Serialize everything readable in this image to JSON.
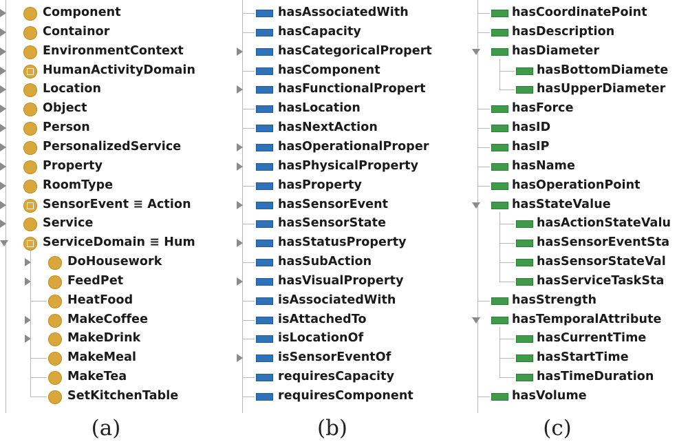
{
  "panels": {
    "a": {
      "caption": "(a)",
      "rows": [
        {
          "label": "Component",
          "level": 0,
          "expander": "closed",
          "icon": "class-icon"
        },
        {
          "label": "Containor",
          "level": 0,
          "expander": "closed",
          "icon": "class-icon"
        },
        {
          "label": "EnvironmentContext",
          "level": 0,
          "expander": "closed",
          "icon": "class-icon"
        },
        {
          "label": "HumanActivityDomain",
          "level": 0,
          "expander": "closed",
          "icon": "defined-class-icon"
        },
        {
          "label": "Location",
          "level": 0,
          "expander": "closed",
          "icon": "class-icon"
        },
        {
          "label": "Object",
          "level": 0,
          "expander": "closed",
          "icon": "class-icon"
        },
        {
          "label": "Person",
          "level": 0,
          "expander": "closed",
          "icon": "class-icon"
        },
        {
          "label": "PersonalizedService",
          "level": 0,
          "expander": "closed",
          "icon": "class-icon"
        },
        {
          "label": "Property",
          "level": 0,
          "expander": "closed",
          "icon": "class-icon"
        },
        {
          "label": "RoomType",
          "level": 0,
          "expander": "closed",
          "icon": "class-icon"
        },
        {
          "label": "SensorEvent ≡ Action",
          "level": 0,
          "expander": "closed",
          "icon": "defined-class-icon"
        },
        {
          "label": "Service",
          "level": 0,
          "expander": "closed",
          "icon": "class-icon"
        },
        {
          "label": "ServiceDomain ≡ Hum",
          "level": 0,
          "expander": "open",
          "icon": "defined-class-icon"
        },
        {
          "label": "DoHousework",
          "level": 1,
          "expander": "closed",
          "icon": "class-icon"
        },
        {
          "label": "FeedPet",
          "level": 1,
          "expander": "closed",
          "icon": "class-icon"
        },
        {
          "label": "HeatFood",
          "level": 1,
          "expander": "none",
          "icon": "class-icon"
        },
        {
          "label": "MakeCoffee",
          "level": 1,
          "expander": "closed",
          "icon": "class-icon"
        },
        {
          "label": "MakeDrink",
          "level": 1,
          "expander": "closed",
          "icon": "class-icon"
        },
        {
          "label": "MakeMeal",
          "level": 1,
          "expander": "none",
          "icon": "class-icon"
        },
        {
          "label": "MakeTea",
          "level": 1,
          "expander": "none",
          "icon": "class-icon"
        },
        {
          "label": "SetKitchenTable",
          "level": 1,
          "expander": "none",
          "icon": "class-icon"
        }
      ]
    },
    "b": {
      "caption": "(b)",
      "rows": [
        {
          "label": "hasAssociatedWith",
          "level": 0,
          "expander": "none",
          "icon": "object-property-icon"
        },
        {
          "label": "hasCapacity",
          "level": 0,
          "expander": "none",
          "icon": "object-property-icon"
        },
        {
          "label": "hasCategoricalPropert",
          "level": 0,
          "expander": "closed",
          "icon": "object-property-icon"
        },
        {
          "label": "hasComponent",
          "level": 0,
          "expander": "none",
          "icon": "object-property-icon"
        },
        {
          "label": "hasFunctionalPropert",
          "level": 0,
          "expander": "closed",
          "icon": "object-property-icon"
        },
        {
          "label": "hasLocation",
          "level": 0,
          "expander": "none",
          "icon": "object-property-icon"
        },
        {
          "label": "hasNextAction",
          "level": 0,
          "expander": "none",
          "icon": "object-property-icon"
        },
        {
          "label": "hasOperationalProper",
          "level": 0,
          "expander": "closed",
          "icon": "object-property-icon"
        },
        {
          "label": "hasPhysicalProperty",
          "level": 0,
          "expander": "closed",
          "icon": "object-property-icon"
        },
        {
          "label": "hasProperty",
          "level": 0,
          "expander": "none",
          "icon": "object-property-icon"
        },
        {
          "label": "hasSensorEvent",
          "level": 0,
          "expander": "closed",
          "icon": "object-property-icon"
        },
        {
          "label": "hasSensorState",
          "level": 0,
          "expander": "none",
          "icon": "object-property-icon"
        },
        {
          "label": "hasStatusProperty",
          "level": 0,
          "expander": "closed",
          "icon": "object-property-icon"
        },
        {
          "label": "hasSubAction",
          "level": 0,
          "expander": "none",
          "icon": "object-property-icon"
        },
        {
          "label": "hasVisualProperty",
          "level": 0,
          "expander": "closed",
          "icon": "object-property-icon"
        },
        {
          "label": "isAssociatedWith",
          "level": 0,
          "expander": "none",
          "icon": "object-property-icon"
        },
        {
          "label": "isAttachedTo",
          "level": 0,
          "expander": "none",
          "icon": "object-property-icon"
        },
        {
          "label": "isLocationOf",
          "level": 0,
          "expander": "none",
          "icon": "object-property-icon"
        },
        {
          "label": "isSensorEventOf",
          "level": 0,
          "expander": "closed",
          "icon": "object-property-icon"
        },
        {
          "label": "requiresCapacity",
          "level": 0,
          "expander": "none",
          "icon": "object-property-icon"
        },
        {
          "label": "requiresComponent",
          "level": 0,
          "expander": "none",
          "icon": "object-property-icon"
        }
      ]
    },
    "c": {
      "caption": "(c)",
      "rows": [
        {
          "label": "hasCoordinatePoint",
          "level": 0,
          "expander": "none",
          "icon": "data-property-icon"
        },
        {
          "label": "hasDescription",
          "level": 0,
          "expander": "none",
          "icon": "data-property-icon"
        },
        {
          "label": "hasDiameter",
          "level": 0,
          "expander": "open",
          "icon": "data-property-icon"
        },
        {
          "label": "hasBottomDiamete",
          "level": 1,
          "expander": "none",
          "icon": "data-property-icon"
        },
        {
          "label": "hasUpperDiameter",
          "level": 1,
          "expander": "none",
          "icon": "data-property-icon"
        },
        {
          "label": "hasForce",
          "level": 0,
          "expander": "none",
          "icon": "data-property-icon"
        },
        {
          "label": "hasID",
          "level": 0,
          "expander": "none",
          "icon": "data-property-icon"
        },
        {
          "label": "hasIP",
          "level": 0,
          "expander": "none",
          "icon": "data-property-icon"
        },
        {
          "label": "hasName",
          "level": 0,
          "expander": "none",
          "icon": "data-property-icon"
        },
        {
          "label": "hasOperationPoint",
          "level": 0,
          "expander": "none",
          "icon": "data-property-icon"
        },
        {
          "label": "hasStateValue",
          "level": 0,
          "expander": "open",
          "icon": "data-property-icon"
        },
        {
          "label": "hasActionStateValu",
          "level": 1,
          "expander": "none",
          "icon": "data-property-icon"
        },
        {
          "label": "hasSensorEventSta",
          "level": 1,
          "expander": "none",
          "icon": "data-property-icon"
        },
        {
          "label": "hasSensorStateVal",
          "level": 1,
          "expander": "none",
          "icon": "data-property-icon"
        },
        {
          "label": "hasServiceTaskSta",
          "level": 1,
          "expander": "none",
          "icon": "data-property-icon"
        },
        {
          "label": "hasStrength",
          "level": 0,
          "expander": "none",
          "icon": "data-property-icon"
        },
        {
          "label": "hasTemporalAttribute",
          "level": 0,
          "expander": "open",
          "icon": "data-property-icon"
        },
        {
          "label": "hasCurrentTime",
          "level": 1,
          "expander": "none",
          "icon": "data-property-icon"
        },
        {
          "label": "hasStartTime",
          "level": 1,
          "expander": "none",
          "icon": "data-property-icon"
        },
        {
          "label": "hasTimeDuration",
          "level": 1,
          "expander": "none",
          "icon": "data-property-icon"
        },
        {
          "label": "hasVolume",
          "level": 0,
          "expander": "none",
          "icon": "data-property-icon"
        }
      ]
    }
  },
  "colors": {
    "class_icon": "#d9a73c",
    "object_property_icon": "#2f72b8",
    "data_property_icon": "#3f9a4a",
    "tree_line": "#b8b8b8",
    "expander": "#8a8a8a"
  }
}
